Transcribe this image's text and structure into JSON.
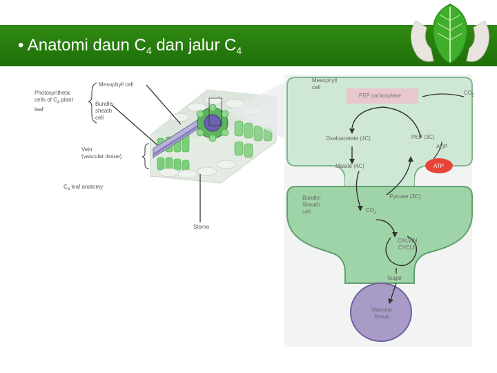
{
  "slide": {
    "title_main": "• Anatomi daun C",
    "title_sub1": "4",
    "title_mid": " dan jalur C",
    "title_sub2": "4"
  },
  "anatomy": {
    "photosynthetic_label": "Photosynthetic\ncells of C",
    "photosynthetic_sub": "4",
    "photosynthetic_tail": " plant\nleaf",
    "mesophyll_label": "Mesophyll cell",
    "bundle_sheath_label": "Bundle-\nsheath\ncell",
    "vein_label": "Vein\n(vascular tissue)",
    "c4_leaf_prefix": "C",
    "c4_leaf_sub": "4",
    "c4_leaf_tail": " leaf anatomy",
    "stoma_label": "Stoma"
  },
  "pathway": {
    "mesophyll_cell": "Mesophyll\ncell",
    "pep_carboxylase": "PEP carboxylase",
    "co2_top": "CO",
    "co2_top_sub": "2",
    "oxaloacetate": "Oxaloacetate (4C)",
    "pep": "PEP (3C)",
    "adp": "ADP",
    "malate": "Malate (4C)",
    "atp": "ATP",
    "bundle_sheath_cell": "Bundle-\nSheath\ncell",
    "pyruvate": "Pyruate (3C)",
    "co2_bottom": "CO",
    "co2_bottom_sub": "2",
    "calvin_cycle": "CALVIN\nCYCLE",
    "sugar": "Sugar",
    "vascular_tissue": "Vascular\ntissue"
  },
  "colors": {
    "header_green": "#2a8010",
    "mesophyll_fill": "#cfe8d6",
    "bundle_fill": "#9fd4a8",
    "enzyme_box": "#e8c7cf",
    "atp_fill": "#e8443a",
    "vascular_fill": "#a89bc8"
  }
}
